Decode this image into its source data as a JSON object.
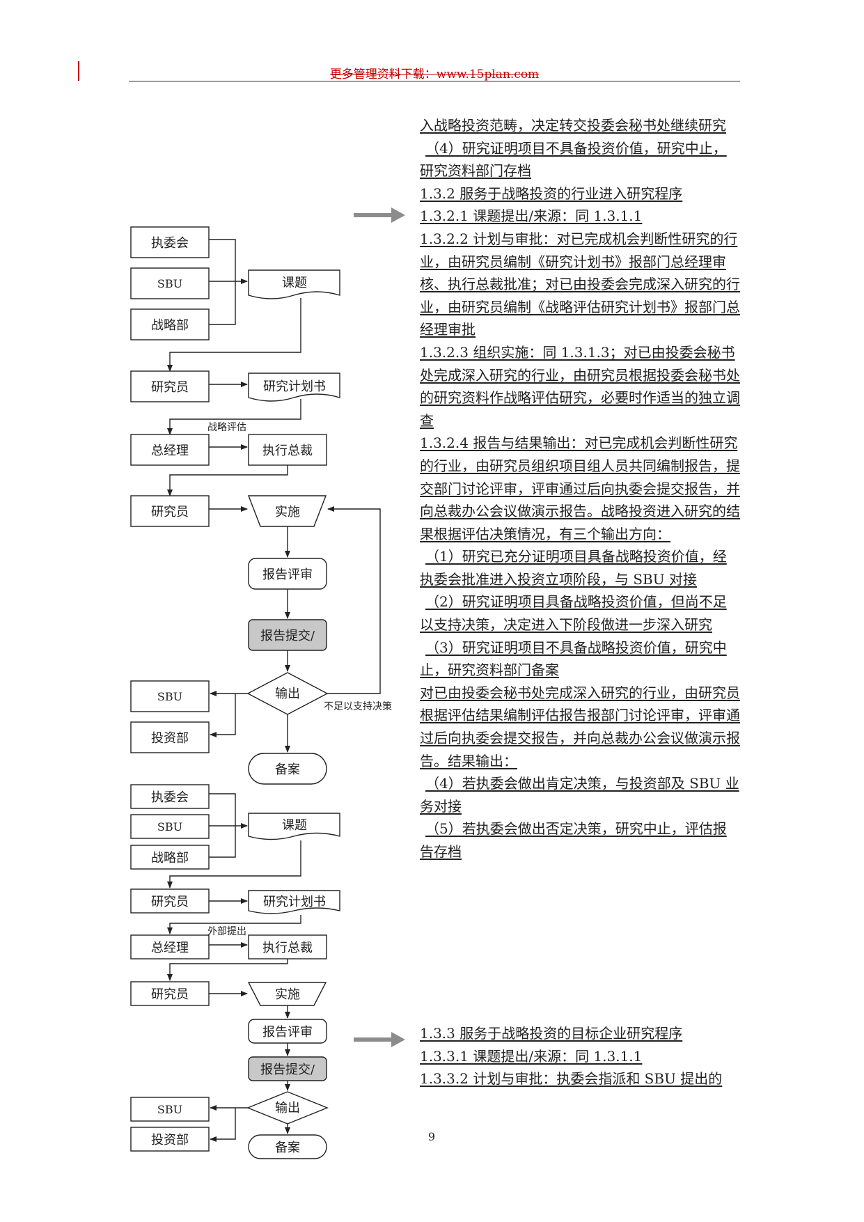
{
  "header": {
    "text": "更多管理资料下载：www.15plan.com"
  },
  "paragraphs": [
    "入战略投资范畴，决定转交投委会秘书处继续研究",
    "（4）研究证明项目不具备投资价值，研究中止，研究资料部门存档",
    "1.3.2  服务于战略投资的行业进入研究程序",
    "1.3.2.1  课题提出/来源：同 1.3.1.1",
    "1.3.2.2  计划与审批：对已完成机会判断性研究的行业，由研究员编制《研究计划书》报部门总经理审核、执行总裁批准；对已由投委会完成深入研究的行业，由研究员编制《战略评估研究计划书》报部门总经理审批",
    "1.3.2.3  组织实施：同 1.3.1.3；对已由投委会秘书处完成深入研究的行业，由研究员根据投委会秘书处的研究资料作战略评估研究，必要时作适当的独立调查",
    "1.3.2.4  报告与结果输出：对已完成机会判断性研究的行业，由研究员组织项目组人员共同编制报告，提交部门讨论评审，评审通过后向执委会提交报告，并向总裁办公会议做演示报告。战略投资进入研究的结果根据评估决策情况，有三个输出方向：",
    "（1）研究已充分证明项目具备战略投资价值，经执委会批准进入投资立项阶段，与 SBU 对接",
    "（2）研究证明项目具备战略投资价值，但尚不足以支持决策，决定进入下阶段做进一步深入研究",
    "（3）研究证明项目不具备战略投资价值，研究中止，研究资料部门备案",
    "对已由投委会秘书处完成深入研究的行业，由研究员根据评估结果编制评估报告报部门讨论评审，评审通过后向执委会提交报告，并向总裁办公会议做演示报告。结果输出：",
    "（4）若执委会做出肯定决策，与投资部及 SBU 业务对接",
    "（5）若执委会做出否定决策，研究中止，评估报告存档"
  ],
  "paragraphs2": [
    "1.3.3  服务于战略投资的目标企业研究程序",
    "1.3.3.1  课题提出/来源：同 1.3.1.1",
    "1.3.3.2  计划与审批：执委会指派和 SBU 提出的"
  ],
  "flow1": {
    "exec_committee": "执委会",
    "sbu": "SBU",
    "strategy_dept": "战略部",
    "topic": "课题",
    "researcher": "研究员",
    "research_plan": "研究计划书",
    "strategic_eval": "战略评估",
    "general_manager": "总经理",
    "executive_president": "执行总裁",
    "researcher2": "研究员",
    "implement": "实施",
    "report_review": "报告评审",
    "report_submit": "报告提交/",
    "output": "输出",
    "insufficient": "不足以支持决策",
    "sbu_out": "SBU",
    "investment_dept": "投资部",
    "archive": "备案"
  },
  "flow2": {
    "exec_committee": "执委会",
    "sbu": "SBU",
    "strategy_dept": "战略部",
    "topic": "课题",
    "researcher": "研究员",
    "research_plan": "研究计划书",
    "external": "外部提出",
    "general_manager": "总经理",
    "executive_president": "执行总裁",
    "researcher2": "研究员",
    "implement": "实施",
    "report_review": "报告评审",
    "report_submit": "报告提交/",
    "output": "输出",
    "sbu_out": "SBU",
    "investment_dept": "投资部",
    "archive": "备案"
  },
  "page_number": "9"
}
